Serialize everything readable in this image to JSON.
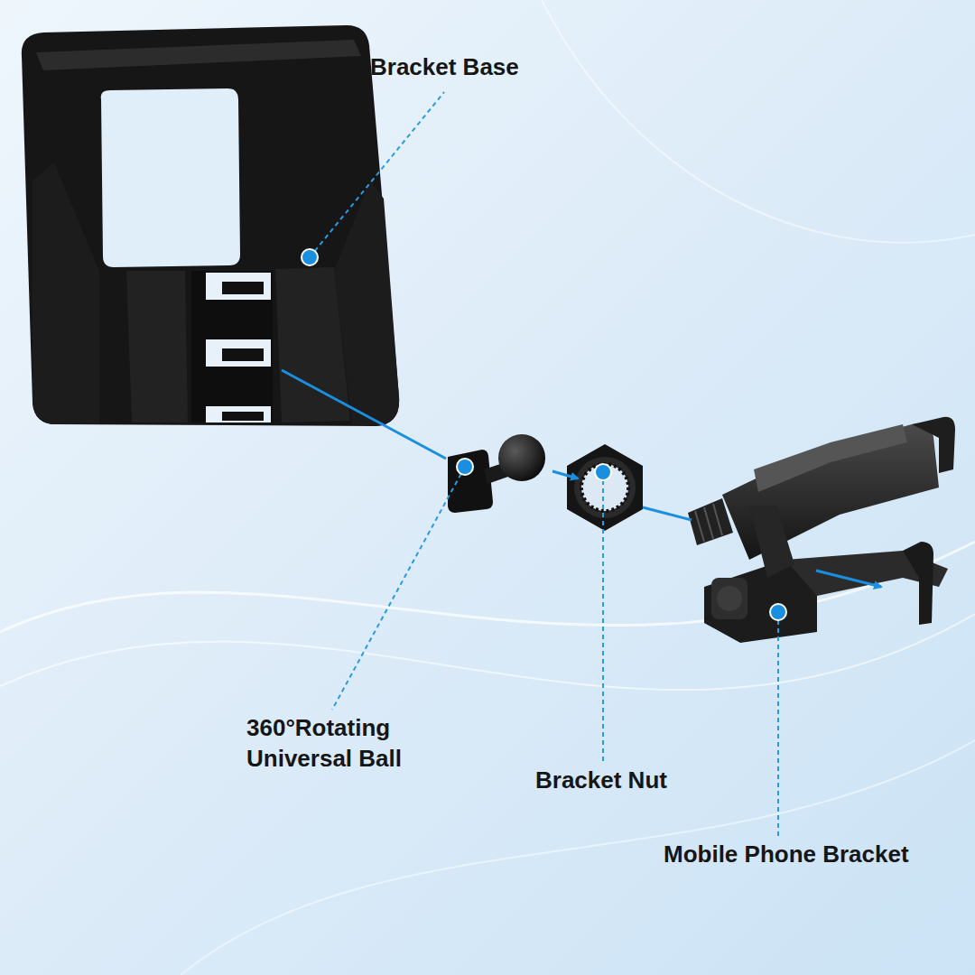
{
  "diagram": {
    "labels": [
      "Bracket Base",
      "360°Rotating Universal Ball",
      "Bracket Nut",
      "Mobile Phone Bracket"
    ]
  }
}
